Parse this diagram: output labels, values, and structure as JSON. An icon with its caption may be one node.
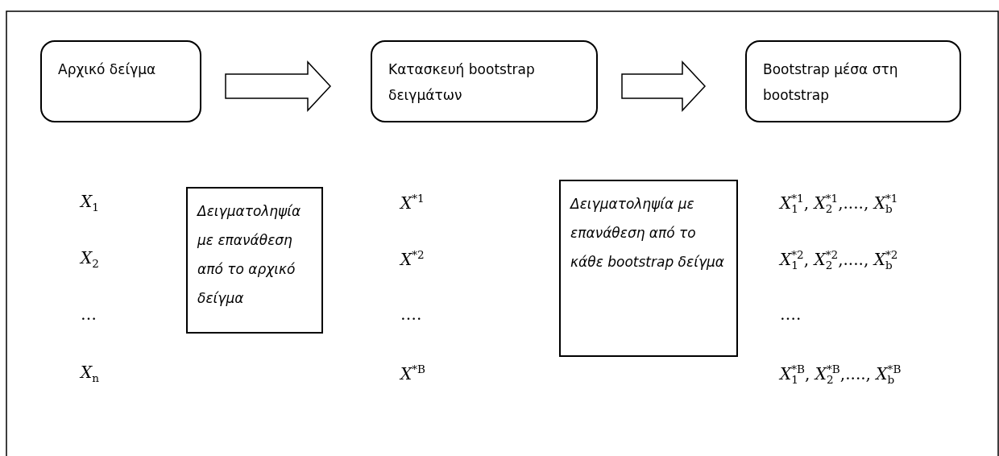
{
  "diagram": {
    "nodes": [
      {
        "text": [
          "Αρχικό δείγμα"
        ]
      },
      {
        "text": [
          "Κατασκευή bootstrap δειγμάτων"
        ]
      },
      {
        "text": [
          "Bootstrap μέσα στη bootstrap"
        ]
      },
      {
        "text": [
          "Δειγματοληψία με επανάθεση από το αρχικό δείγμα"
        ]
      },
      {
        "text": [
          "Δειγματοληψία με επανάθεση από το κάθε bootstrap δείγμα"
        ]
      }
    ],
    "edges": [
      {
        "from": 0,
        "to": 1,
        "arrow": "to",
        "style": "thick"
      },
      {
        "from": 1,
        "to": 2,
        "arrow": "to",
        "style": "thick"
      }
    ],
    "labels": [
      "*X*$_{1}$",
      "*X*$^{*1}$",
      "*X*$_{1}$$^{*1}$, *X*$_{2}$$^{*1}$,...., *X*$_{b}$$^{*1}$",
      "*X*$_{2}$",
      "*X*$^{*2}$",
      "*X*$_{1}$$^{*2}$, *X*$_{2}$$^{*2}$,...., *X*$_{b}$$^{*2}$",
      "…",
      "….",
      "….",
      "*X*$_{n}$",
      "*X*$^{*B}$",
      "*X*$_{1}$$^{*B}$, *X*$_{2}$$^{*B}$,...., *X*$_{b}$$^{*B}$"
    ]
  }
}
